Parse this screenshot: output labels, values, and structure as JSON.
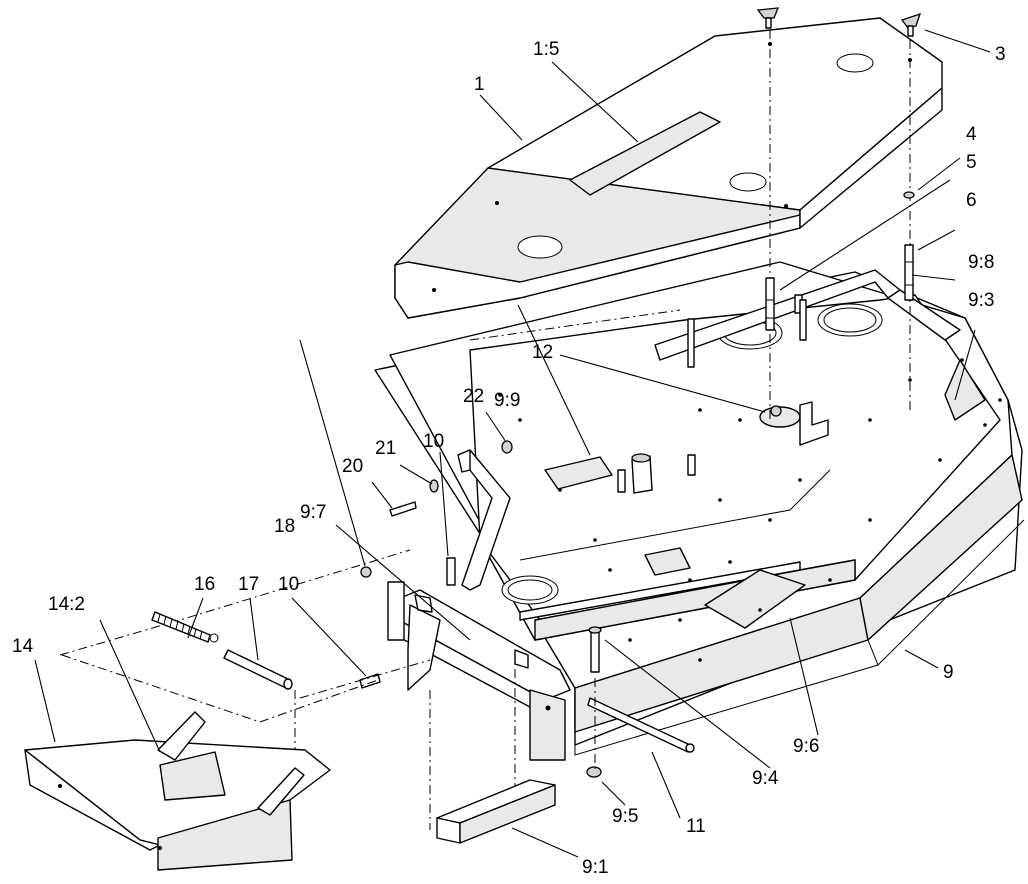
{
  "diagram": {
    "callouts": [
      {
        "id": "c-1",
        "text": "1"
      },
      {
        "id": "c-1-5",
        "text": "1:5"
      },
      {
        "id": "c-3",
        "text": "3"
      },
      {
        "id": "c-4",
        "text": "4"
      },
      {
        "id": "c-5",
        "text": "5"
      },
      {
        "id": "c-6",
        "text": "6"
      },
      {
        "id": "c-9-8",
        "text": "9:8"
      },
      {
        "id": "c-9-3",
        "text": "9:3"
      },
      {
        "id": "c-12",
        "text": "12"
      },
      {
        "id": "c-9-9",
        "text": "9:9"
      },
      {
        "id": "c-22",
        "text": "22"
      },
      {
        "id": "c-10a",
        "text": "10"
      },
      {
        "id": "c-21",
        "text": "21"
      },
      {
        "id": "c-20",
        "text": "20"
      },
      {
        "id": "c-9-7",
        "text": "9:7"
      },
      {
        "id": "c-18",
        "text": "18"
      },
      {
        "id": "c-16",
        "text": "16"
      },
      {
        "id": "c-17",
        "text": "17"
      },
      {
        "id": "c-10b",
        "text": "10"
      },
      {
        "id": "c-14-2",
        "text": "14:2"
      },
      {
        "id": "c-14",
        "text": "14"
      },
      {
        "id": "c-9",
        "text": "9"
      },
      {
        "id": "c-9-6",
        "text": "9:6"
      },
      {
        "id": "c-9-4",
        "text": "9:4"
      },
      {
        "id": "c-11",
        "text": "11"
      },
      {
        "id": "c-9-5",
        "text": "9:5"
      },
      {
        "id": "c-9-1",
        "text": "9:1"
      }
    ]
  }
}
